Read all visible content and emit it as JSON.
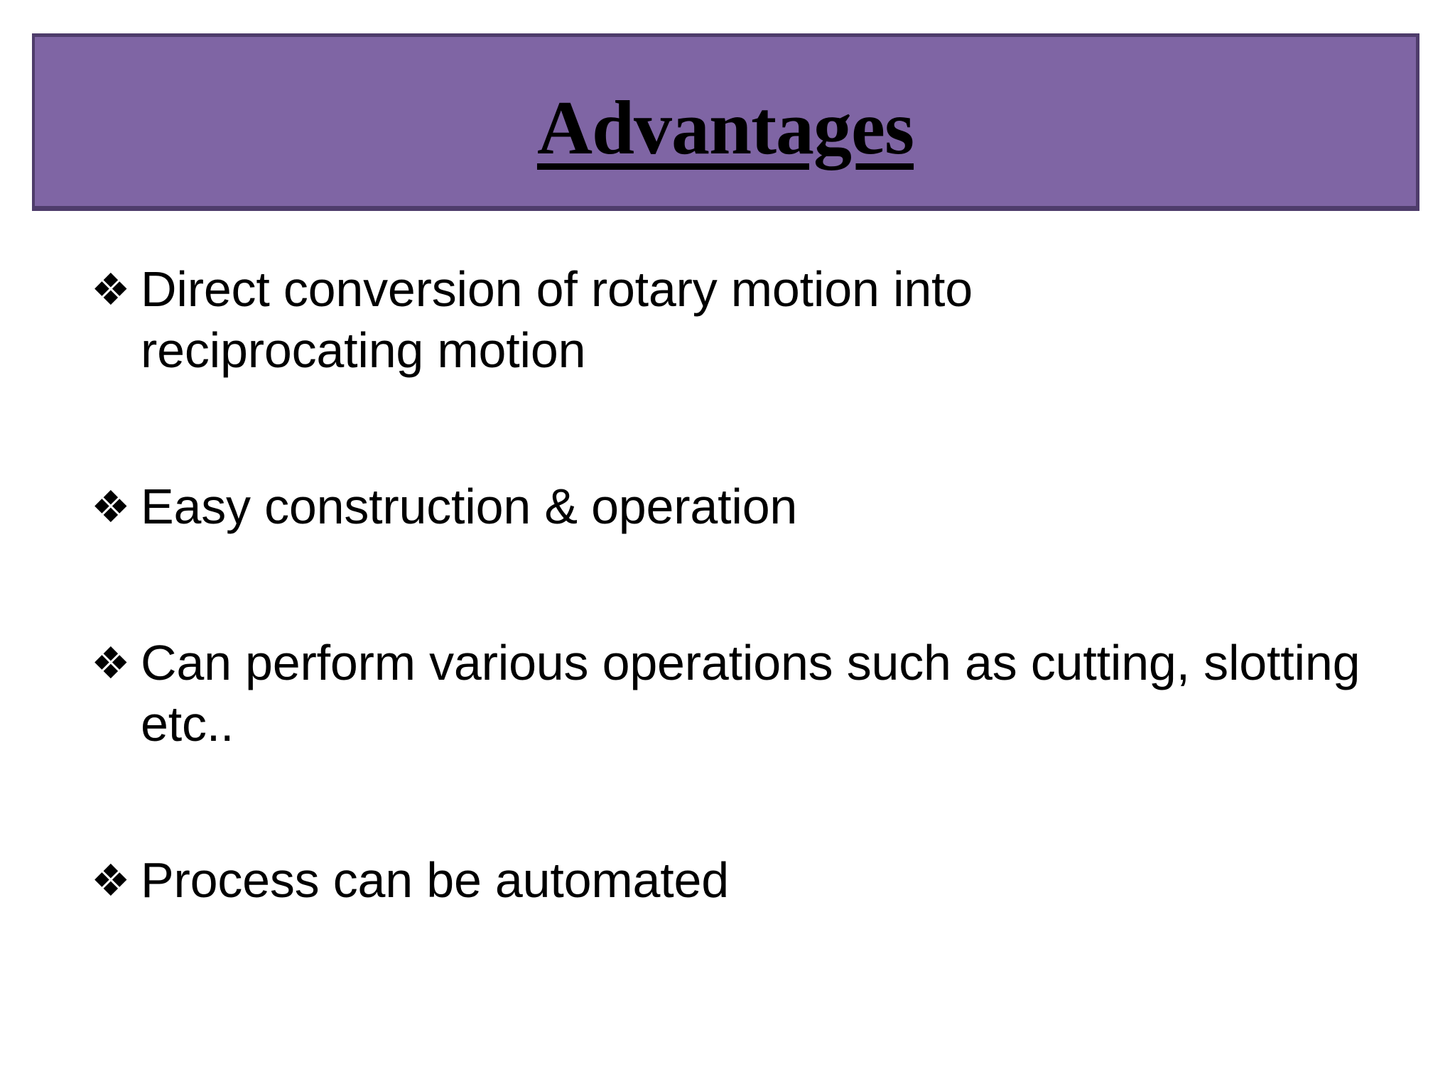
{
  "slide": {
    "background_color": "#ffffff",
    "title": {
      "text": "Advantages",
      "banner_fill": "#7f65a4",
      "banner_border": "#4e3c6b",
      "text_color": "#000000",
      "underlined": true
    },
    "bullet_marker": "❖",
    "bullets": [
      {
        "text": "Direct conversion of rotary motion into reciprocating motion"
      },
      {
        "text": "Easy construction & operation"
      },
      {
        "text": "Can perform various operations such as cutting, slotting etc.."
      },
      {
        "text": "Process can be automated"
      }
    ]
  }
}
